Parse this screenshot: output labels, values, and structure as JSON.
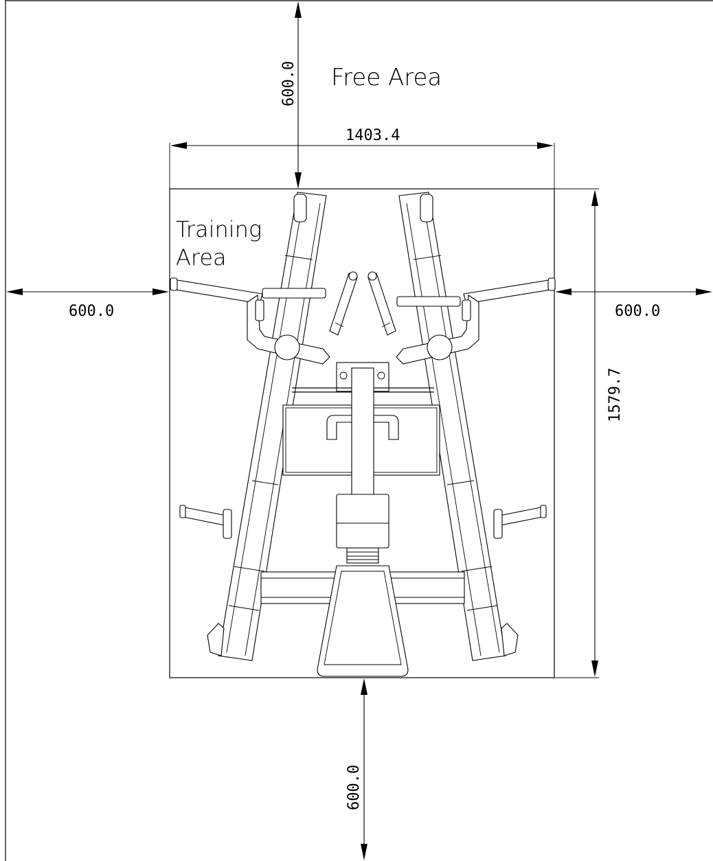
{
  "labels": {
    "free_area": "Free Area",
    "training_area_line1": "Training",
    "training_area_line2": "Area"
  },
  "dimensions": {
    "top_clearance": "600.0",
    "left_clearance": "600.0",
    "right_clearance": "600.0",
    "bottom_clearance": "600.0",
    "training_width": "1403.4",
    "training_length": "1579.7"
  },
  "colors": {
    "line": "#000000",
    "background": "#ffffff"
  }
}
